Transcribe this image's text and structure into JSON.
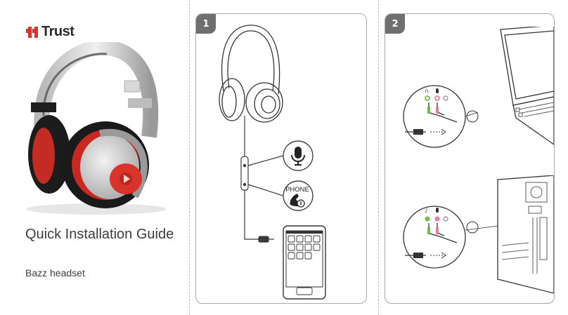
{
  "brand": {
    "name": "Trust"
  },
  "guide": {
    "title": "Quick Installation Guide",
    "product": "Bazz headset"
  },
  "steps": [
    {
      "number": "1"
    },
    {
      "number": "2"
    }
  ],
  "panel1": {
    "phone_label": "PHONE"
  },
  "icons": {
    "logo": "trust-logo-icon",
    "microphone": "microphone-icon",
    "phone": "phone-handset-icon",
    "headphone": "headphone-icon",
    "laptop": "laptop-icon",
    "desktop": "desktop-tower-icon",
    "smartphone": "smartphone-icon"
  },
  "colors": {
    "accent_red": "#d9342b",
    "mic_pink": "#e87aa8",
    "audio_green": "#6cbf45",
    "line_gray": "#3a3a3a"
  }
}
